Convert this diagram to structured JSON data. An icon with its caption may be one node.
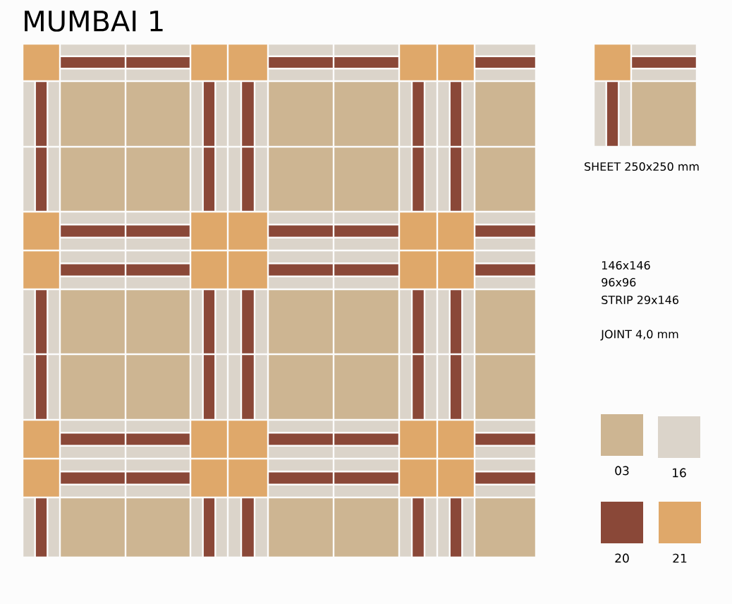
{
  "diagram": {
    "title": "MUMBAI 1",
    "labels": [
      "SHEET 250x250 mm",
      "146x146",
      "96x96",
      "STRIP 29x146",
      "JOINT 4,0 mm"
    ],
    "legend": [
      {
        "text": "03",
        "color": "#cdb592"
      },
      {
        "text": "16",
        "color": "#dbd4ca"
      },
      {
        "text": "20",
        "color": "#8a4838"
      },
      {
        "text": "21",
        "color": "#dfa86a"
      }
    ]
  }
}
